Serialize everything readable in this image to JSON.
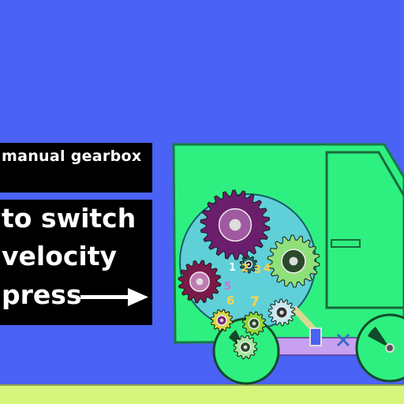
{
  "game": {
    "title_panel": {
      "text": "manual gearbox"
    },
    "instruction_panel": {
      "line1": "to switch",
      "line2": "velocity",
      "line3": "press"
    },
    "icons": [
      "arrow-right-icon",
      "gear-icon",
      "wheel-icon",
      "lever-icon",
      "cross-marker-icon"
    ],
    "gear_numbers": [
      "1",
      "2",
      "3",
      "4",
      "5",
      "6",
      "7"
    ],
    "colors": {
      "sky": "#4a62f5",
      "ground": "#d5f47a",
      "truck_body": "#2ef080",
      "gearbox_disc": "#5fd0d8",
      "axle_bar": "#c8a0f0",
      "gear_purple": "#6b1e6b",
      "gear_green": "#8fe07a",
      "gear_yellow": "#d8d840"
    }
  }
}
